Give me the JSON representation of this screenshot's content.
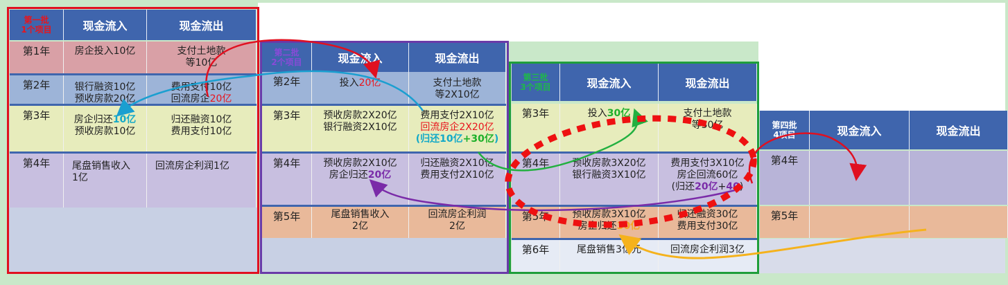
{
  "batches": [
    {
      "header": {
        "line1": "第一批",
        "line2": "1个项目",
        "inflow": "现金流入",
        "outflow": "现金流出"
      },
      "rows": [
        {
          "year": "第1年",
          "inflow": [
            "房企投入10亿"
          ],
          "outflow": [
            "支付土地款",
            "等10亿"
          ]
        },
        {
          "year": "第2年",
          "inflow": [
            "银行融资10亿",
            "预收房款20亿"
          ],
          "outflow": [
            "费用支付10亿",
            "回流房企",
            "20亿"
          ]
        },
        {
          "year": "第3年",
          "inflow": [
            "房企归还",
            "10亿",
            "预收房款10亿"
          ],
          "outflow": [
            "归还融资10亿",
            "费用支付10亿"
          ]
        },
        {
          "year": "第4年",
          "inflow": [
            "尾盘销售收入",
            "1亿"
          ],
          "outflow": [
            "回流房企利润1亿"
          ]
        }
      ]
    },
    {
      "header": {
        "line1": "第二批",
        "line2": "2个项目",
        "inflow": "现金流入",
        "outflow": "现金流出"
      },
      "rows": [
        {
          "year": "第2年",
          "inflow": [
            "投入",
            "20亿"
          ],
          "outflow": [
            "支付土地款",
            "等2X10亿"
          ]
        },
        {
          "year": "第3年",
          "inflow": [
            "预收房款2X20亿",
            "银行融资2X10亿"
          ],
          "outflow": [
            "费用支付2X10亿",
            "回流房企2X20亿",
            "(归还",
            "10亿",
            "+",
            "30亿",
            ")"
          ]
        },
        {
          "year": "第4年",
          "inflow": [
            "预收房款2X10亿",
            "房企归还",
            "20亿"
          ],
          "outflow": [
            "归还融资2X10亿",
            "费用支付2X10亿"
          ]
        },
        {
          "year": "第5年",
          "inflow": [
            "尾盘销售收入",
            "2亿"
          ],
          "outflow": [
            "回流房企利润",
            "2亿"
          ]
        }
      ]
    },
    {
      "header": {
        "line1": "第三批",
        "line2": "3个项目",
        "inflow": "现金流入",
        "outflow": "现金流出"
      },
      "rows": [
        {
          "year": "第3年",
          "inflow": [
            "投入",
            "30亿"
          ],
          "outflow": [
            "支付土地款",
            "等30亿"
          ]
        },
        {
          "year": "第4年",
          "inflow": [
            "预收房款3X20亿",
            "银行融资3X10亿"
          ],
          "outflow": [
            "费用支付3X10亿",
            "房企回流60亿",
            "(归还",
            "20亿",
            "+",
            "40",
            ")"
          ]
        },
        {
          "year": "第5年",
          "inflow": [
            "预收房款3X10亿",
            "房企归还",
            "30亿"
          ],
          "outflow": [
            "归还融资30亿",
            "费用支付30亿"
          ]
        },
        {
          "year": "第6年",
          "inflow": [
            "尾盘销售3亿元"
          ],
          "outflow": [
            "回流房企利润3亿"
          ]
        }
      ]
    },
    {
      "header": {
        "line1": "第四批",
        "line2": "4项目",
        "inflow": "现金流入",
        "outflow": "现金流出"
      },
      "rows": [
        {
          "year": "第4年",
          "inflow": [],
          "outflow": []
        },
        {
          "year": "第5年",
          "inflow": [],
          "outflow": []
        }
      ]
    }
  ],
  "colors": {
    "header": "#3f65ad",
    "row_red": "#d9a0a6",
    "row_blue": "#9db4d8",
    "row_yellow": "#e7ecbc",
    "row_lavender": "#c8bfe0",
    "row_orange": "#e9b99a",
    "row_pale": "#c8d0e4",
    "batch1_box": "#e01020",
    "batch2_box": "#6a3aa8",
    "batch3_box": "#1e9e3a",
    "arrow_red": "#e01020",
    "arrow_cyan": "#1a9fd0",
    "arrow_green": "#22b040",
    "arrow_purple": "#7a2ba8",
    "arrow_orange": "#f5b21c",
    "dotted_ellipse": "#ee1111"
  }
}
